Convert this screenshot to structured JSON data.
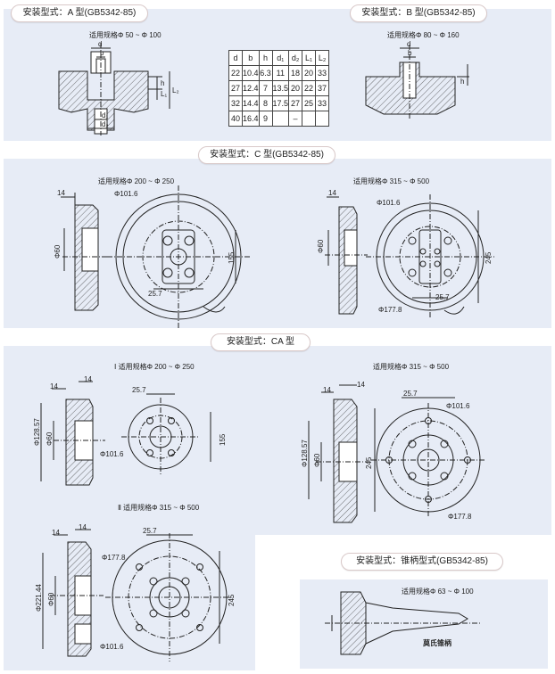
{
  "sections": {
    "a": {
      "title": "安装型式：A 型(GB5342-85)",
      "spec": "适用规格Φ 50 ~ Φ 100"
    },
    "b": {
      "title": "安装型式：B 型(GB5342-85)",
      "spec": "适用规格Φ 80 ~ Φ 160"
    },
    "c": {
      "title": "安装型式：C 型(GB5342-85)",
      "spec_left": "适用规格Φ 200 ~ Φ 250",
      "spec_right": "适用规格Φ 315 ~ Φ 500"
    },
    "ca": {
      "title": "安装型式：CA 型",
      "spec_1": "Ⅰ 适用规格Φ 200 ~ Φ 250",
      "spec_right": "适用规格Φ 315 ~ Φ 500",
      "spec_2": "Ⅱ 适用规格Φ 315 ~ Φ 500"
    },
    "taper": {
      "title": "安装型式：锥柄型式(GB5342-85)",
      "spec": "适用规格Φ 63 ~ Φ 100",
      "label": "莫氏锥柄"
    }
  },
  "table": {
    "headers": [
      "d",
      "b",
      "h",
      "d₁",
      "d₂",
      "L₁",
      "L₂"
    ],
    "rows": [
      [
        "22",
        "10.4",
        "6.3",
        "11",
        "18",
        "20",
        "33"
      ],
      [
        "27",
        "12.4",
        "7",
        "13.5",
        "20",
        "22",
        "37"
      ],
      [
        "32",
        "14.4",
        "8",
        "17.5",
        "27",
        "25",
        "33"
      ],
      [
        "40",
        "16.4",
        "9",
        "",
        "–",
        "",
        ""
      ]
    ]
  },
  "dims": {
    "d": "d",
    "b": "b",
    "h": "h",
    "d1": "d₁",
    "d2": "d₂",
    "l1": "L₁",
    "l2": "L₂",
    "w14": "14",
    "phi60": "Φ60",
    "phi1016": "Φ101.6",
    "g155": "155",
    "d257": "25.7",
    "phi1778": "Φ177.8",
    "g245": "245",
    "phi12857": "Φ128.57",
    "phi22144": "Φ221.44"
  }
}
